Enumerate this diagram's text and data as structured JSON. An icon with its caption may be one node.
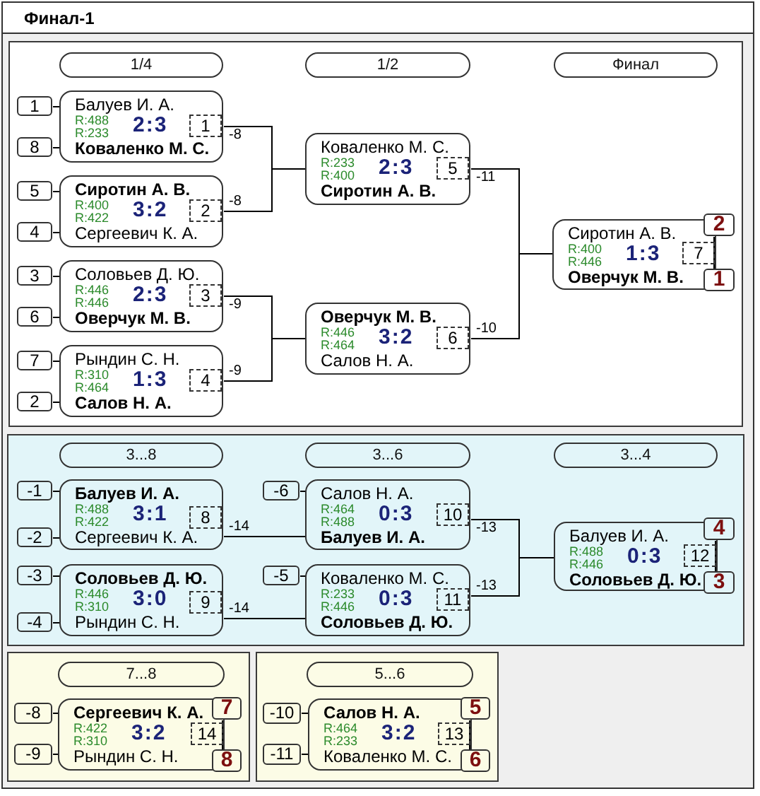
{
  "diagram": {
    "title": "Финал-1",
    "nodes": [
      {
        "text": [],
        "shape": "box"
      },
      {
        "text": [
          "1/4"
        ],
        "in": 0
      },
      {
        "text": [
          "1/2"
        ],
        "in": 0
      },
      {
        "text": [
          "Финал"
        ],
        "in": 0
      },
      {
        "text": [
          "1"
        ],
        "in": 0
      },
      {
        "text": [
          "8"
        ],
        "in": 0
      },
      {
        "text": [
          "Балуев И. А.",
          "R:488",
          "2:3",
          "R:233",
          "Коваленко М. С."
        ],
        "in": 0
      },
      {
        "text": [
          "1"
        ],
        "in": 6
      },
      {
        "text": [
          "5"
        ],
        "in": 0
      },
      {
        "text": [
          "4"
        ],
        "in": 0
      },
      {
        "text": [
          "Сиротин А. В.",
          "R:400",
          "3:2",
          "R:422",
          "Сергеевич К. А."
        ],
        "in": 0
      },
      {
        "text": [
          "2"
        ],
        "in": 10
      },
      {
        "text": [
          "3"
        ],
        "in": 0
      },
      {
        "text": [
          "6"
        ],
        "in": 0
      },
      {
        "text": [
          "Соловьев Д. Ю.",
          "R:446",
          "2:3",
          "R:446",
          "Оверчук М. В."
        ],
        "in": 0
      },
      {
        "text": [
          "3"
        ],
        "in": 14
      },
      {
        "text": [
          "7"
        ],
        "in": 0
      },
      {
        "text": [
          "2"
        ],
        "in": 0
      },
      {
        "text": [
          "Рындин С. Н.",
          "R:310",
          "1:3",
          "R:464",
          "Салов Н. А."
        ],
        "in": 0
      },
      {
        "text": [
          "4"
        ],
        "in": 18
      },
      {
        "text": [
          "Коваленко М. С.",
          "R:233",
          "2:3",
          "R:400",
          "Сиротин А. В."
        ],
        "in": 0
      },
      {
        "text": [
          "5"
        ],
        "in": 20
      },
      {
        "text": [
          "Оверчук М. В.",
          "R:446",
          "3:2",
          "R:464",
          "Салов Н. А."
        ],
        "in": 0
      },
      {
        "text": [
          "6"
        ],
        "in": 22
      },
      {
        "text": [
          "2"
        ],
        "in": 0
      },
      {
        "text": [
          "Сиротин А. В.",
          "R:400",
          "1:3",
          "R:446",
          "Оверчук М. В."
        ],
        "in": 0
      },
      {
        "text": [
          "7"
        ],
        "in": 25
      },
      {
        "text": [
          "1"
        ],
        "in": 0
      },
      {
        "text": [],
        "shape": "box"
      },
      {
        "text": [
          "3...8"
        ],
        "in": 28
      },
      {
        "text": [
          "3...6"
        ],
        "in": 28
      },
      {
        "text": [
          "3...4"
        ],
        "in": 28
      },
      {
        "text": [
          "-1"
        ],
        "in": 28
      },
      {
        "text": [
          "-2"
        ],
        "in": 28
      },
      {
        "text": [
          "Балуев И. А.",
          "R:488",
          "3:1",
          "R:422",
          "Сергеевич К. А."
        ],
        "in": 28
      },
      {
        "text": [
          "8"
        ],
        "in": 34
      },
      {
        "text": [
          "-3"
        ],
        "in": 28
      },
      {
        "text": [
          "-4"
        ],
        "in": 28
      },
      {
        "text": [
          "Соловьев Д. Ю.",
          "R:446",
          "3:0",
          "R:310",
          "Рындин С. Н."
        ],
        "in": 28
      },
      {
        "text": [
          "9"
        ],
        "in": 38
      },
      {
        "text": [
          "-6"
        ],
        "in": 28
      },
      {
        "text": [
          "Салов Н. А.",
          "R:464",
          "0:3",
          "R:488",
          "Балуев И. А."
        ],
        "in": 28
      },
      {
        "text": [
          "10"
        ],
        "in": 41
      },
      {
        "text": [
          "-5"
        ],
        "in": 28
      },
      {
        "text": [
          "Коваленко М. С.",
          "R:233",
          "0:3",
          "R:446",
          "Соловьев Д. Ю."
        ],
        "in": 28
      },
      {
        "text": [
          "11"
        ],
        "in": 44
      },
      {
        "text": [
          "Балуев И. А.",
          "R:488",
          "0:3",
          "R:446",
          "Соловьев Д. Ю."
        ],
        "in": 28
      },
      {
        "text": [
          "12"
        ],
        "in": 46
      },
      {
        "text": [
          "4"
        ],
        "in": 28
      },
      {
        "text": [
          "3"
        ],
        "in": 28
      },
      {
        "text": [],
        "shape": "box"
      },
      {
        "text": [
          "7...8"
        ],
        "in": 50
      },
      {
        "text": [
          "-8"
        ],
        "in": 50
      },
      {
        "text": [
          "-9"
        ],
        "in": 50
      },
      {
        "text": [
          "Сергеевич К. А.",
          "R:422",
          "3:2",
          "R:310",
          "Рындин С. Н."
        ],
        "in": 50
      },
      {
        "text": [
          "14"
        ],
        "in": 54
      },
      {
        "text": [
          "7"
        ],
        "in": 50
      },
      {
        "text": [
          "8"
        ],
        "in": 50
      },
      {
        "text": [],
        "shape": "box"
      },
      {
        "text": [
          "5...6"
        ],
        "in": 58
      },
      {
        "text": [
          "-10"
        ],
        "in": 58
      },
      {
        "text": [
          "-11"
        ],
        "in": 58
      },
      {
        "text": [
          "Салов Н. А.",
          "R:464",
          "3:2",
          "R:233",
          "Коваленко М. С."
        ],
        "in": 58
      },
      {
        "text": [
          "13"
        ],
        "in": 62
      },
      {
        "text": [
          "5"
        ],
        "in": 58
      },
      {
        "text": [
          "6"
        ],
        "in": 58
      }
    ],
    "edges": [
      {
        "from": 4,
        "to": 6,
        "arrow": "none"
      },
      {
        "from": 5,
        "to": 6,
        "arrow": "none"
      },
      {
        "from": 8,
        "to": 10,
        "arrow": "none"
      },
      {
        "from": 9,
        "to": 10,
        "arrow": "none"
      },
      {
        "from": 12,
        "to": 14,
        "arrow": "none"
      },
      {
        "from": 13,
        "to": 14,
        "arrow": "none"
      },
      {
        "from": 16,
        "to": 18,
        "arrow": "none"
      },
      {
        "from": 17,
        "to": 18,
        "arrow": "none"
      },
      {
        "from": 6,
        "to": 20,
        "arrow": "none",
        "label": "-8"
      },
      {
        "from": 10,
        "to": 20,
        "arrow": "none",
        "label": "-8"
      },
      {
        "from": 14,
        "to": 22,
        "arrow": "none",
        "label": "-9"
      },
      {
        "from": 18,
        "to": 22,
        "arrow": "none",
        "label": "-9"
      },
      {
        "from": 20,
        "to": 25,
        "arrow": "none",
        "label": "-11"
      },
      {
        "from": 22,
        "to": 25,
        "arrow": "none",
        "label": "-10"
      },
      {
        "from": 26,
        "to": 24,
        "arrow": "none"
      },
      {
        "from": 26,
        "to": 27,
        "arrow": "none"
      },
      {
        "from": 32,
        "to": 34,
        "arrow": "none"
      },
      {
        "from": 33,
        "to": 34,
        "arrow": "none"
      },
      {
        "from": 36,
        "to": 38,
        "arrow": "none"
      },
      {
        "from": 37,
        "to": 38,
        "arrow": "none"
      },
      {
        "from": 40,
        "to": 41,
        "arrow": "none"
      },
      {
        "from": 34,
        "to": 41,
        "arrow": "none",
        "label": "-14"
      },
      {
        "from": 43,
        "to": 44,
        "arrow": "none"
      },
      {
        "from": 38,
        "to": 44,
        "arrow": "none",
        "label": "-14"
      },
      {
        "from": 41,
        "to": 46,
        "arrow": "none",
        "label": "-13"
      },
      {
        "from": 44,
        "to": 46,
        "arrow": "none",
        "label": "-13"
      },
      {
        "from": 47,
        "to": 48,
        "arrow": "none"
      },
      {
        "from": 47,
        "to": 49,
        "arrow": "none"
      },
      {
        "from": 52,
        "to": 54,
        "arrow": "none"
      },
      {
        "from": 53,
        "to": 54,
        "arrow": "none"
      },
      {
        "from": 55,
        "to": 56,
        "arrow": "none"
      },
      {
        "from": 55,
        "to": 57,
        "arrow": "none"
      },
      {
        "from": 60,
        "to": 62,
        "arrow": "none"
      },
      {
        "from": 61,
        "to": 62,
        "arrow": "none"
      },
      {
        "from": 63,
        "to": 64,
        "arrow": "none"
      },
      {
        "from": 63,
        "to": 65,
        "arrow": "none"
      }
    ]
  }
}
